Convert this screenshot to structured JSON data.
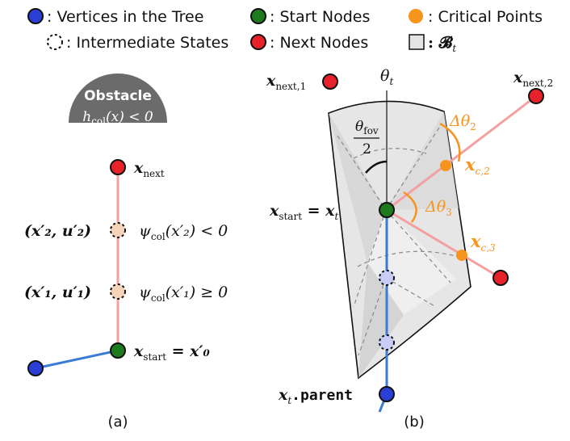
{
  "legend": {
    "vertices": ": Vertices in the Tree",
    "start": ": Start Nodes",
    "critical": ": Critical Points",
    "intermediate": ": Intermediate States",
    "next": ": Next Nodes",
    "region_sym": ": 𝓑",
    "region_sub": "t"
  },
  "panel_a": {
    "caption": "(a)",
    "obstacle_title": "Obstacle",
    "obstacle_h": "h",
    "obstacle_sub": "col",
    "obstacle_rest": "(x) < 0",
    "next_label": "x",
    "next_sub": "next",
    "state2": "(x′₂, u′₂)",
    "state1": "(x′₁, u′₁)",
    "psi2_a": "ψ",
    "psi2_sub": "col",
    "psi2_b": "(x′₂) < 0",
    "psi1_a": "ψ",
    "psi1_sub": "col",
    "psi1_b": "(x′₁) ≥ 0",
    "start_x": "x",
    "start_sub": "start",
    "start_rest": " = x′₀"
  },
  "panel_b": {
    "caption": "(b)",
    "theta_t": "θ",
    "theta_t_sub": "t",
    "next1": "x",
    "next1_sub": "next,1",
    "next2": "x",
    "next2_sub": "next,2",
    "fov_num": "θ",
    "fov_num_sub": "fov",
    "fov_den": "2",
    "dtheta2": "Δθ",
    "dtheta2_sub": "2",
    "dtheta3": "Δθ",
    "dtheta3_sub": "3",
    "xc2": "x",
    "xc2_sub": "c,2",
    "xc3": "x",
    "xc3_sub": "c,3",
    "start_x": "x",
    "start_sub": "start",
    "start_rest": " = x",
    "start_rest_sub": "t",
    "parent_x": "x",
    "parent_sub": "t",
    "parent_word": ".parent"
  },
  "colors": {
    "vertex_blue": "#2b3fd6",
    "start_green": "#1d7a1d",
    "next_red": "#e8222a",
    "critical_orange": "#f7941d",
    "edge_pink": "#f4a0a0",
    "tree_blue": "#3a7bd5",
    "intermediate_fill": "#f7d3b8",
    "intermediate_fill_b": "#c8cdf5",
    "region_gray": "#e4e4e4",
    "obstacle_gray": "#6b6b6b",
    "psi_red": "#e8222a",
    "psi_green": "#2ec22e",
    "orange_text": "#f7941d"
  }
}
